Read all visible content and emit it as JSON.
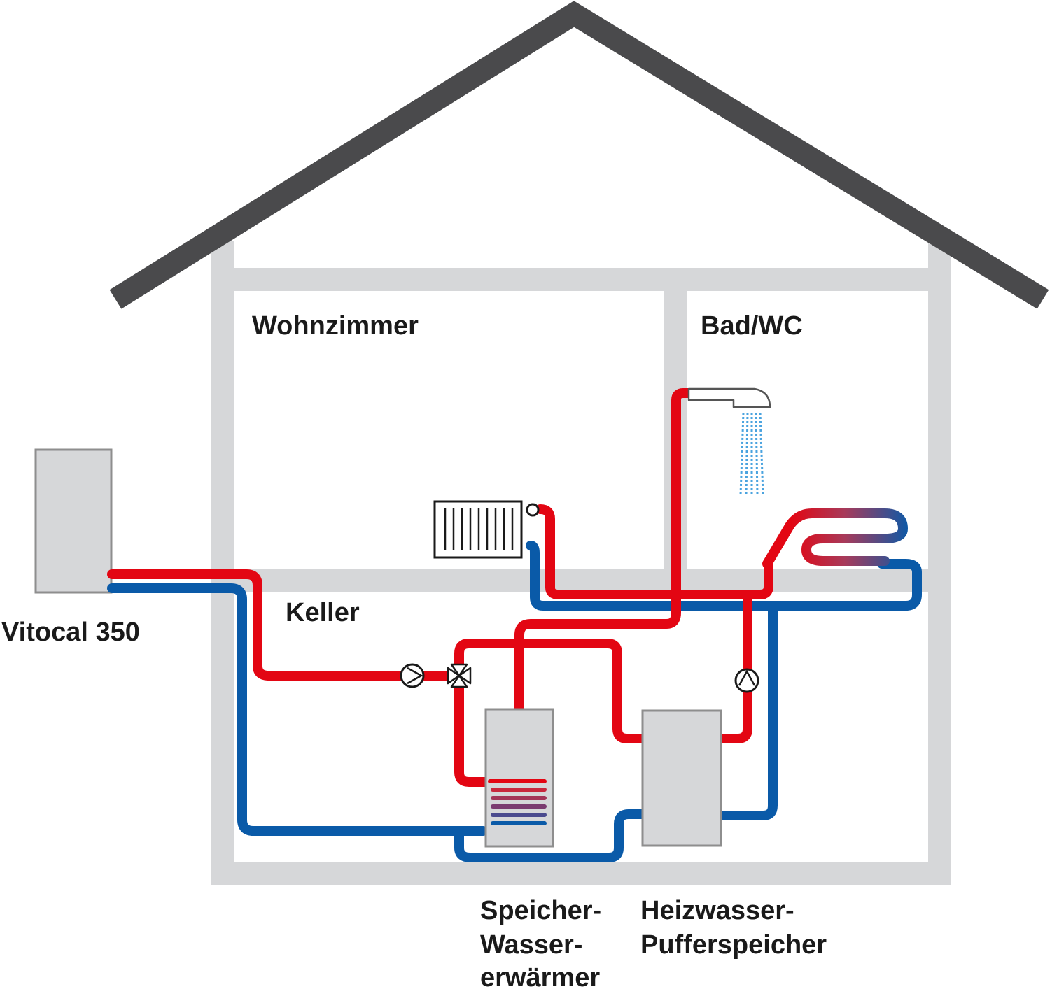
{
  "labels": {
    "wohnzimmer": "Wohnzimmer",
    "bad_wc": "Bad/WC",
    "keller": "Keller",
    "vitocal": "Vitocal 350",
    "speicher_line1": "Speicher-",
    "speicher_line2": "Wasser-",
    "speicher_line3": "erwärmer",
    "puffer_line1": "Heizwasser-",
    "puffer_line2": "Pufferspeicher"
  },
  "colors": {
    "roof": "#4a4a4c",
    "wall": "#d6d7d9",
    "unit_fill": "#d6d7d9",
    "unit_stroke": "#8e8e8e",
    "pipe_hot": "#e30613",
    "pipe_cold": "#0a5aa8",
    "shower_water": "#4aa3df",
    "text": "#1a1a1a"
  }
}
